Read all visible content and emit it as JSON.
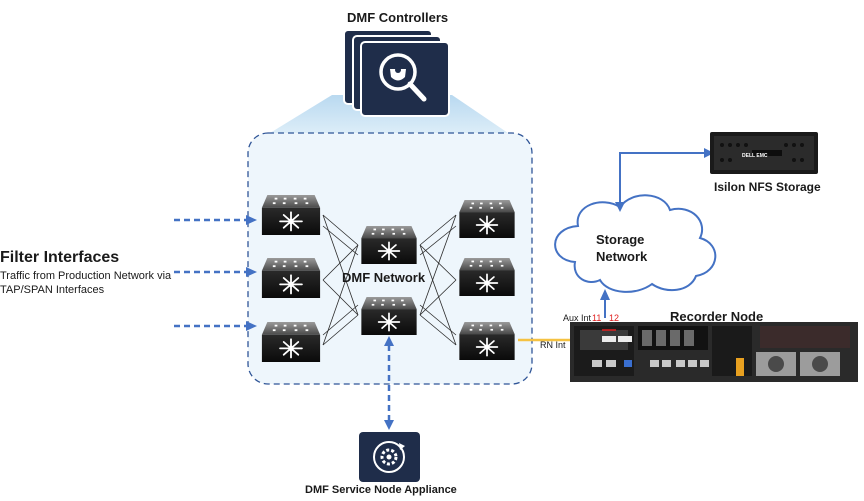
{
  "title": "DMF Controllers",
  "network_label": "DMF Network",
  "filter": {
    "heading": "Filter Interfaces",
    "line1": "Traffic from Production Network via",
    "line2": "TAP/SPAN Interfaces"
  },
  "storage_network": {
    "line1": "Storage",
    "line2": "Network"
  },
  "isilon_label": "Isilon NFS Storage",
  "isilon_brand": "DELL EMC",
  "recorder_label": "Recorder Node",
  "aux_int_label": "Aux Int",
  "port_11": "11",
  "port_12": "12",
  "rn_int_label": "RN Int",
  "service_node_label": "DMF Service Node Appliance",
  "colors": {
    "arrow": "#4472c4",
    "port_number": "#e02020",
    "rn_link": "#f5c242",
    "network_fill": "#eef6fc",
    "network_border": "#2f5597",
    "device_dark": "#1f2d4a",
    "switch_dark": "#1c1c1c"
  }
}
